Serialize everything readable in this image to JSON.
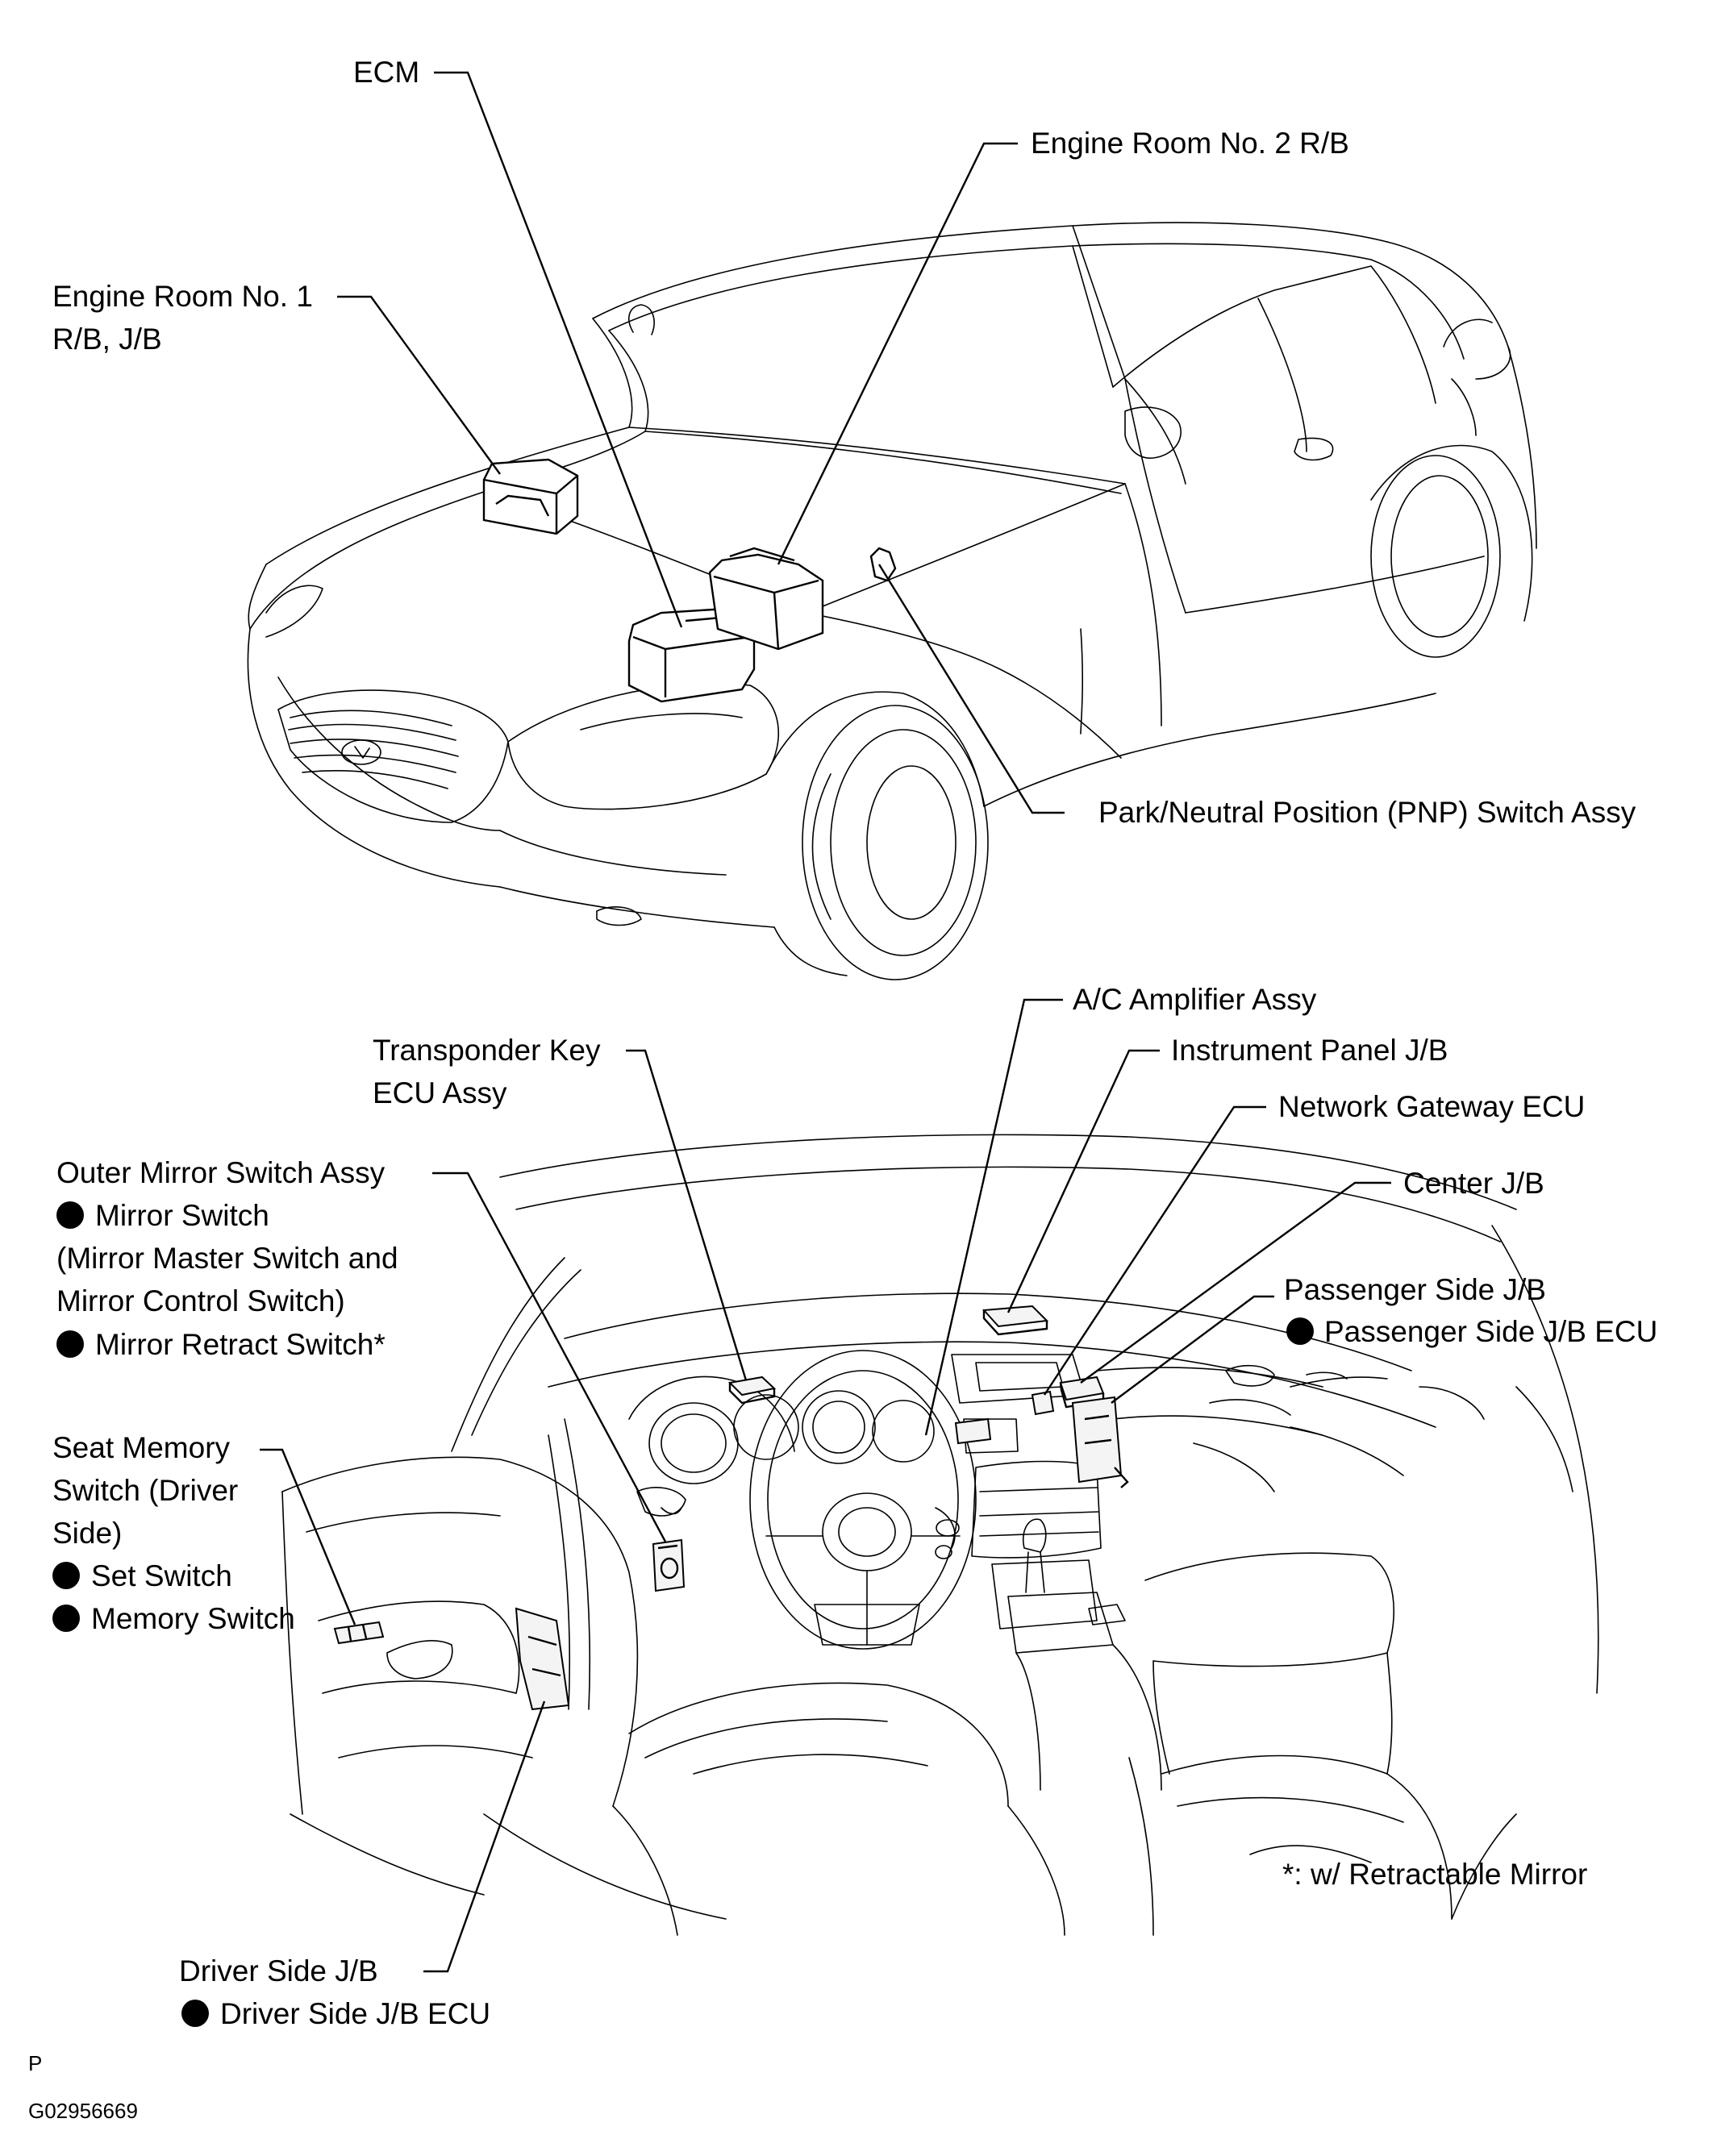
{
  "labels": {
    "ecm": "ECM",
    "engine_room_2": "Engine Room No. 2 R/B",
    "engine_room_1_line1": "Engine Room No. 1",
    "engine_room_1_line2": "R/B, J/B",
    "pnp_switch": "Park/Neutral Position (PNP) Switch Assy",
    "ac_amplifier": "A/C Amplifier Assy",
    "transponder_line1": "Transponder Key",
    "transponder_line2": "ECU Assy",
    "instrument_panel_jb": "Instrument Panel J/B",
    "network_gateway": "Network Gateway ECU",
    "outer_mirror_line1": "Outer Mirror Switch Assy",
    "outer_mirror_line2": "Mirror Switch",
    "outer_mirror_line3": "(Mirror  Master  Switch  and",
    "outer_mirror_line4": "Mirror Control Switch)",
    "outer_mirror_line5": "Mirror Retract Switch*",
    "center_jb": "Center J/B",
    "passenger_jb": "Passenger Side J/B",
    "passenger_jb_ecu": "Passenger Side J/B ECU",
    "seat_memory_line1": "Seat Memory",
    "seat_memory_line2": "Switch (Driver",
    "seat_memory_line3": "Side)",
    "seat_memory_line4": "Set Switch",
    "seat_memory_line5": "Memory Switch",
    "footnote": "*: w/ Retractable Mirror",
    "driver_jb": "Driver Side J/B",
    "driver_jb_ecu": "Driver Side J/B ECU"
  },
  "footer": {
    "code_letter": "P",
    "figure_id": "G02956669"
  }
}
